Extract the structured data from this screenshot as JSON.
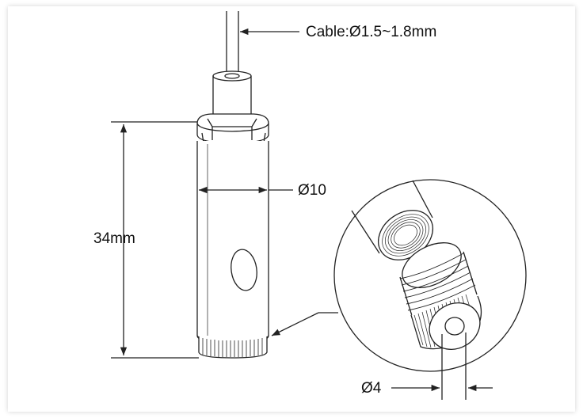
{
  "labels": {
    "cable": "Cable:Ø1.5~1.8mm",
    "diameter_body": "Ø10",
    "length": "34mm",
    "diameter_hole": "Ø4"
  },
  "colors": {
    "line": "#222222",
    "fill": "#ffffff"
  }
}
